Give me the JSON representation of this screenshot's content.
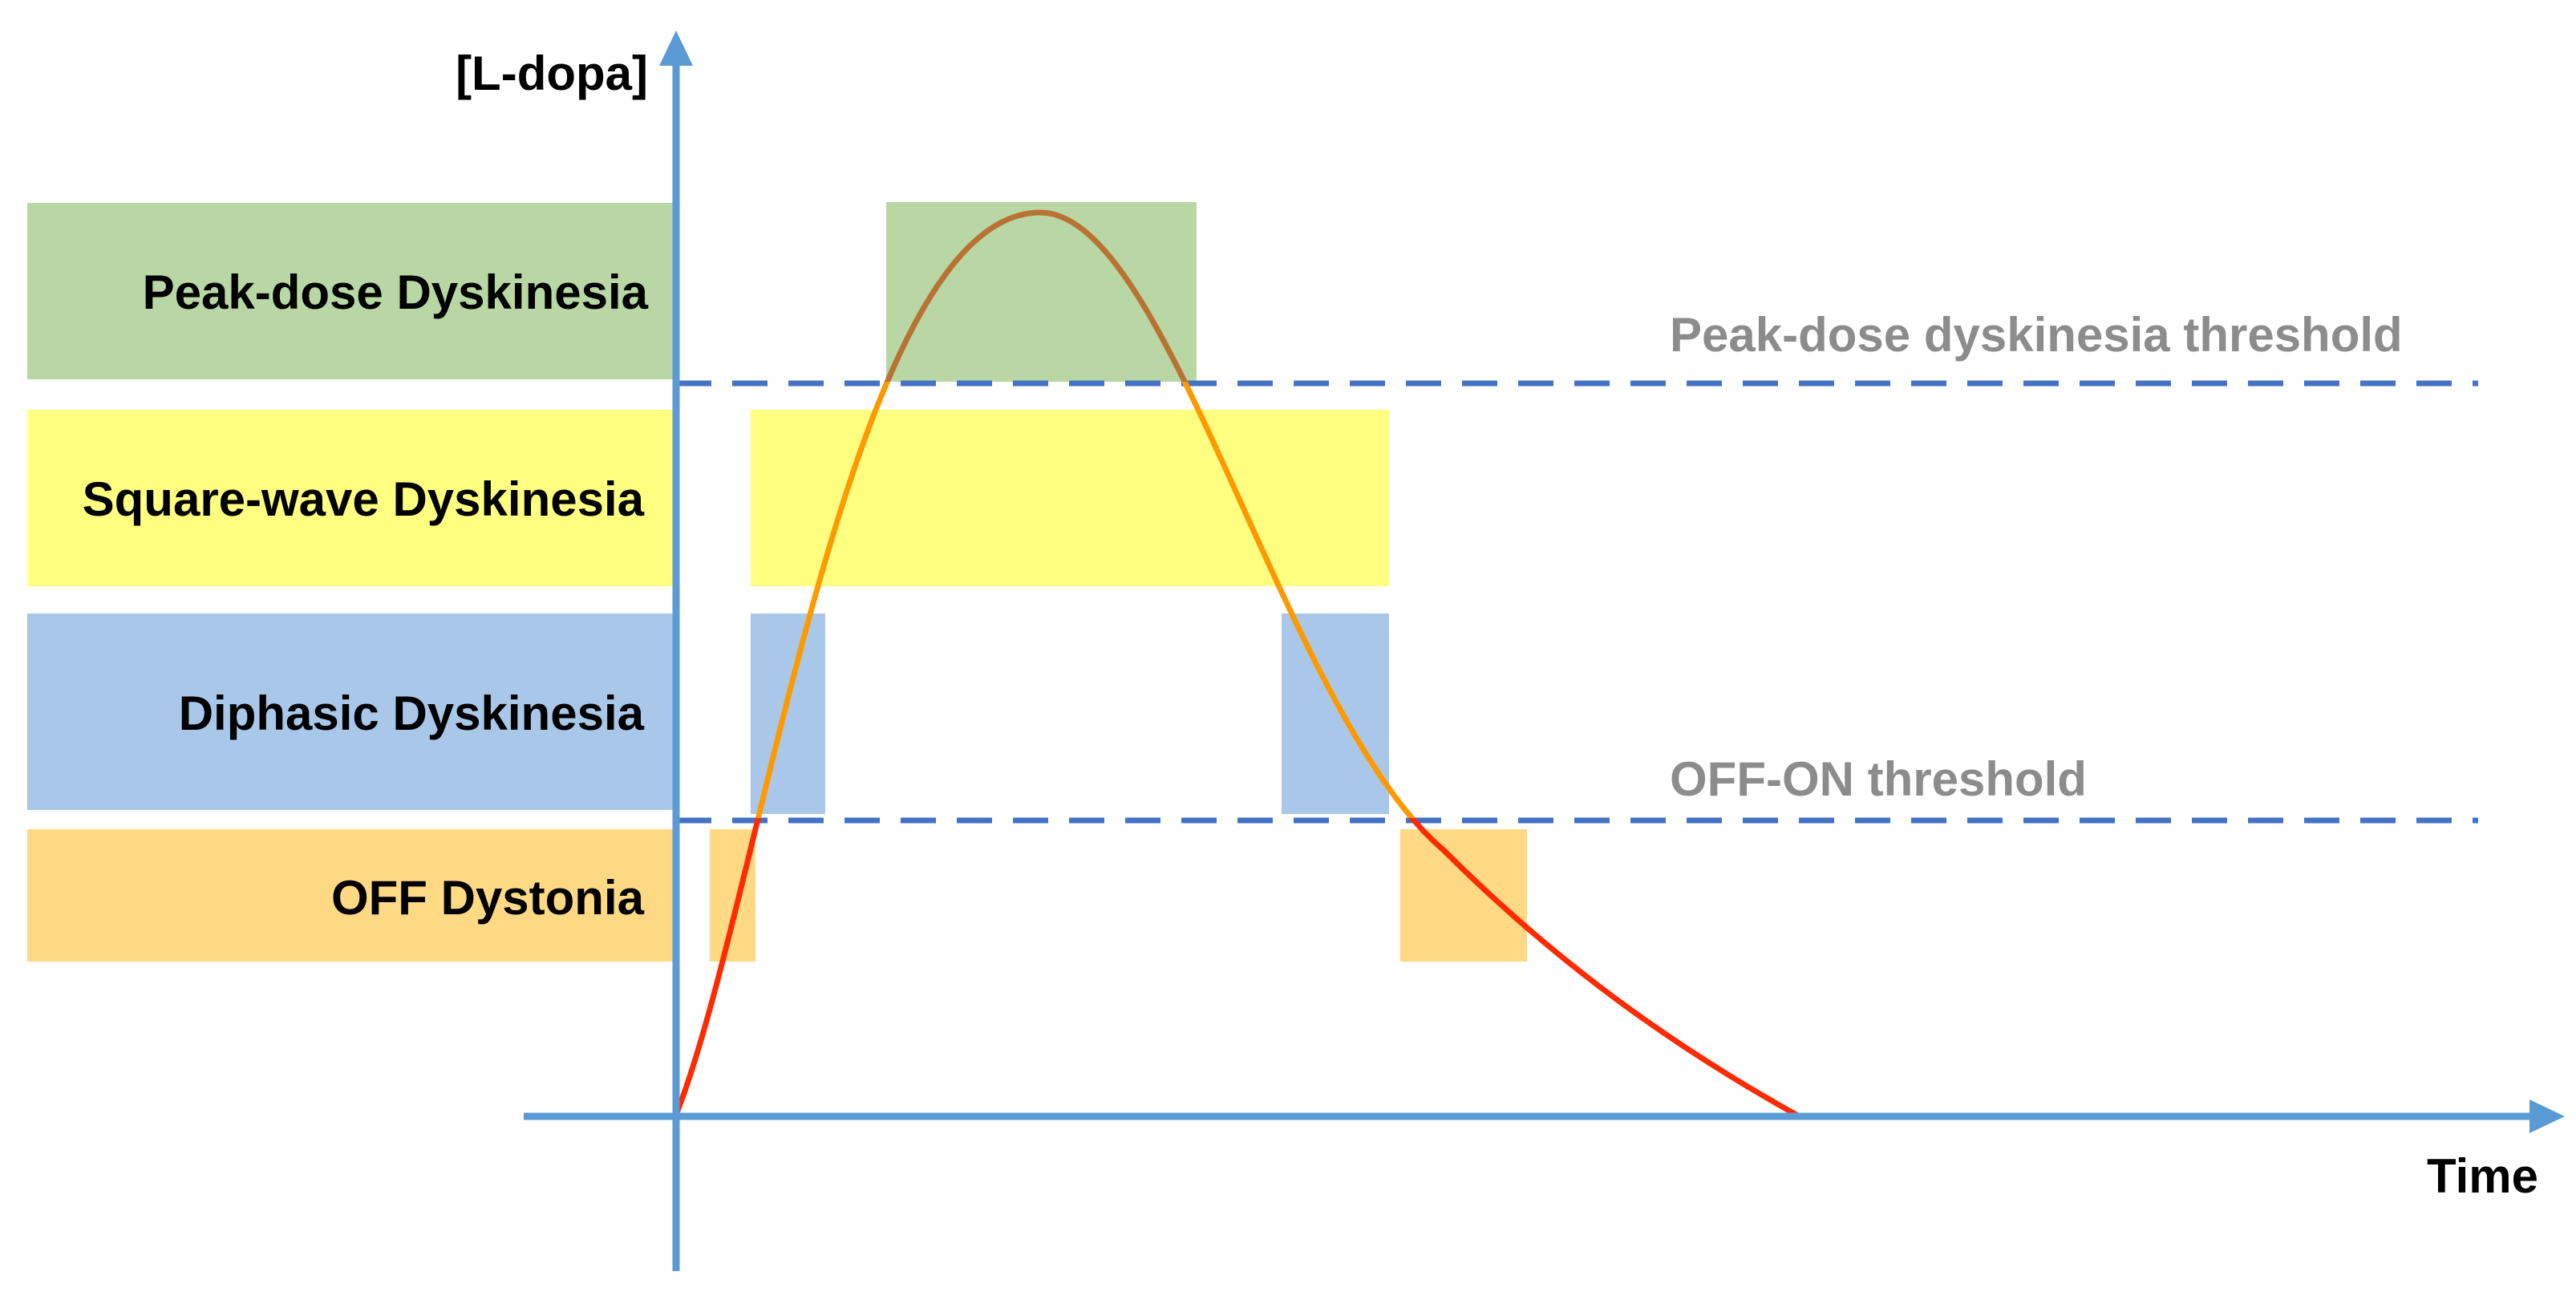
{
  "diagram": {
    "y_axis_label": "[L-dopa]",
    "x_axis_label": "Time",
    "rows": {
      "peak_dose": {
        "label": "Peak-dose Dyskinesia",
        "color": "#b9d7a5"
      },
      "square_wave": {
        "label": "Square-wave Dyskinesia",
        "color": "#ffff80"
      },
      "diphasic": {
        "label": "Diphasic Dyskinesia",
        "color": "#a9c8e9"
      },
      "off_dystonia": {
        "label": "OFF Dystonia",
        "color": "#ffd983"
      }
    },
    "thresholds": {
      "peak_dose": {
        "label": "Peak-dose dyskinesia threshold"
      },
      "off_on": {
        "label": "OFF-ON threshold"
      }
    },
    "colors": {
      "axis": "#5b9bd5",
      "threshold_line": "#4472c4",
      "curve_low": "#ff2a00",
      "curve_mid": "#ff9900",
      "curve_high": "#b87333"
    }
  }
}
